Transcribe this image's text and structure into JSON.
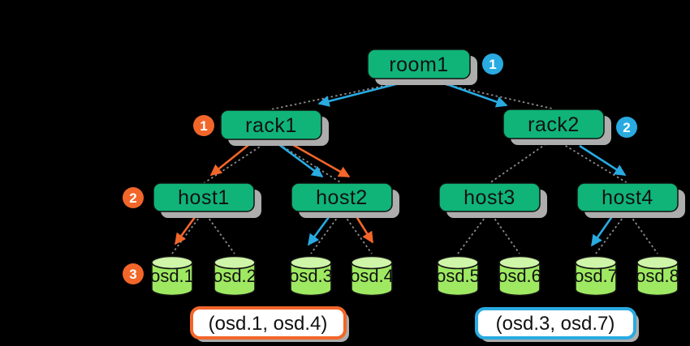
{
  "colors": {
    "background": "#000000",
    "node_green": "#10B478",
    "node_border": "#111111",
    "node_shadow": "#ADADAD",
    "osd_body": "#9FE962",
    "osd_top": "#CFF5A9",
    "orange": "#F2662A",
    "blue": "#29ABE2",
    "edge_gray": "#8C8C8C",
    "result_bg": "#FFFFFF",
    "badge_text": "#FFFFFF"
  },
  "nodes": {
    "room1": "room1",
    "rack1": "rack1",
    "rack2": "rack2",
    "host1": "host1",
    "host2": "host2",
    "host3": "host3",
    "host4": "host4"
  },
  "osds": {
    "osd1": "osd.1",
    "osd2": "osd.2",
    "osd3": "osd.3",
    "osd4": "osd.4",
    "osd5": "osd.5",
    "osd6": "osd.6",
    "osd7": "osd.7",
    "osd8": "osd.8"
  },
  "badges": {
    "blue_step1_room1": "1",
    "blue_step2_rack2": "2",
    "orange_step1_rack1": "1",
    "orange_step2_host1": "2",
    "orange_step3_osd_row": "3"
  },
  "selection_paths": {
    "orange": {
      "arrows": [
        "rack1>host1",
        "rack1>host2",
        "host1>osd.1",
        "host2>osd.4"
      ],
      "result_label": "(osd.1, osd.4)"
    },
    "blue": {
      "arrows": [
        "room1>rack1",
        "room1>rack2",
        "rack1>host2",
        "rack2>host4",
        "host2>osd.3",
        "host4>osd.7"
      ],
      "result_label": "(osd.3, osd.7)"
    }
  },
  "tree_edges": [
    "room1>rack1",
    "room1>rack2",
    "rack1>host1",
    "rack1>host2",
    "rack2>host3",
    "rack2>host4",
    "host1>osd.1",
    "host1>osd.2",
    "host2>osd.3",
    "host2>osd.4",
    "host3>osd.5",
    "host3>osd.6",
    "host4>osd.7",
    "host4>osd.8"
  ]
}
